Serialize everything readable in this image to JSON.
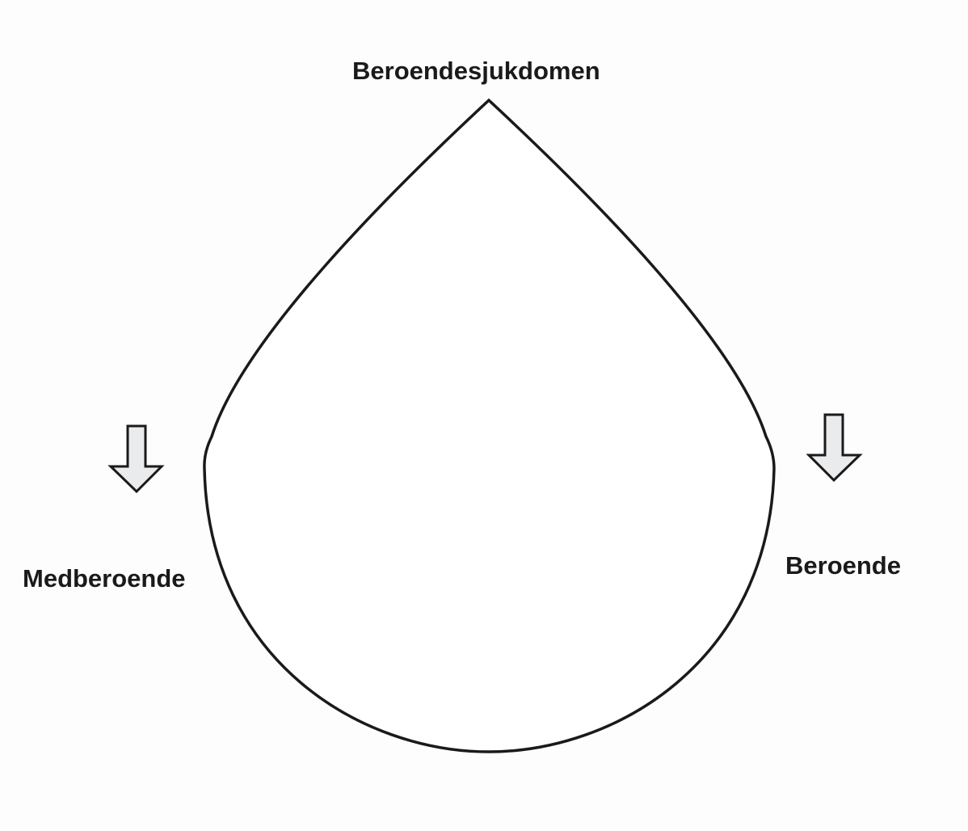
{
  "diagram": {
    "top_label": "Beroendesjukdomen",
    "left_label": "Medberoende",
    "right_label": "Beroende",
    "colors": {
      "stroke": "#1a1a1a",
      "arrow_fill": "#e9ebec",
      "background": "#fdfdfd"
    },
    "shapes": {
      "drop": "drop-shape",
      "left_arrow": "down-arrow-icon",
      "right_arrow": "down-arrow-icon"
    }
  }
}
